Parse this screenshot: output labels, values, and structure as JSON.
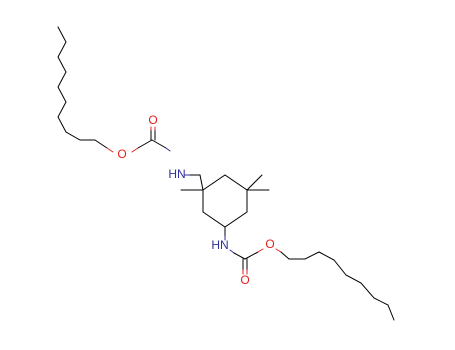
{
  "molecule": {
    "atom_labels": {
      "o_ester_top": "O",
      "o_carbonyl_top": "O",
      "nh_top": "HN",
      "nh_bottom": "HN",
      "o_ester_bottom": "O",
      "o_carbonyl_bottom": "O"
    },
    "colors": {
      "bond": "#000000",
      "oxygen": "#e0201b",
      "nitrogen": "#2e2e9e",
      "background": "#ffffff"
    }
  }
}
